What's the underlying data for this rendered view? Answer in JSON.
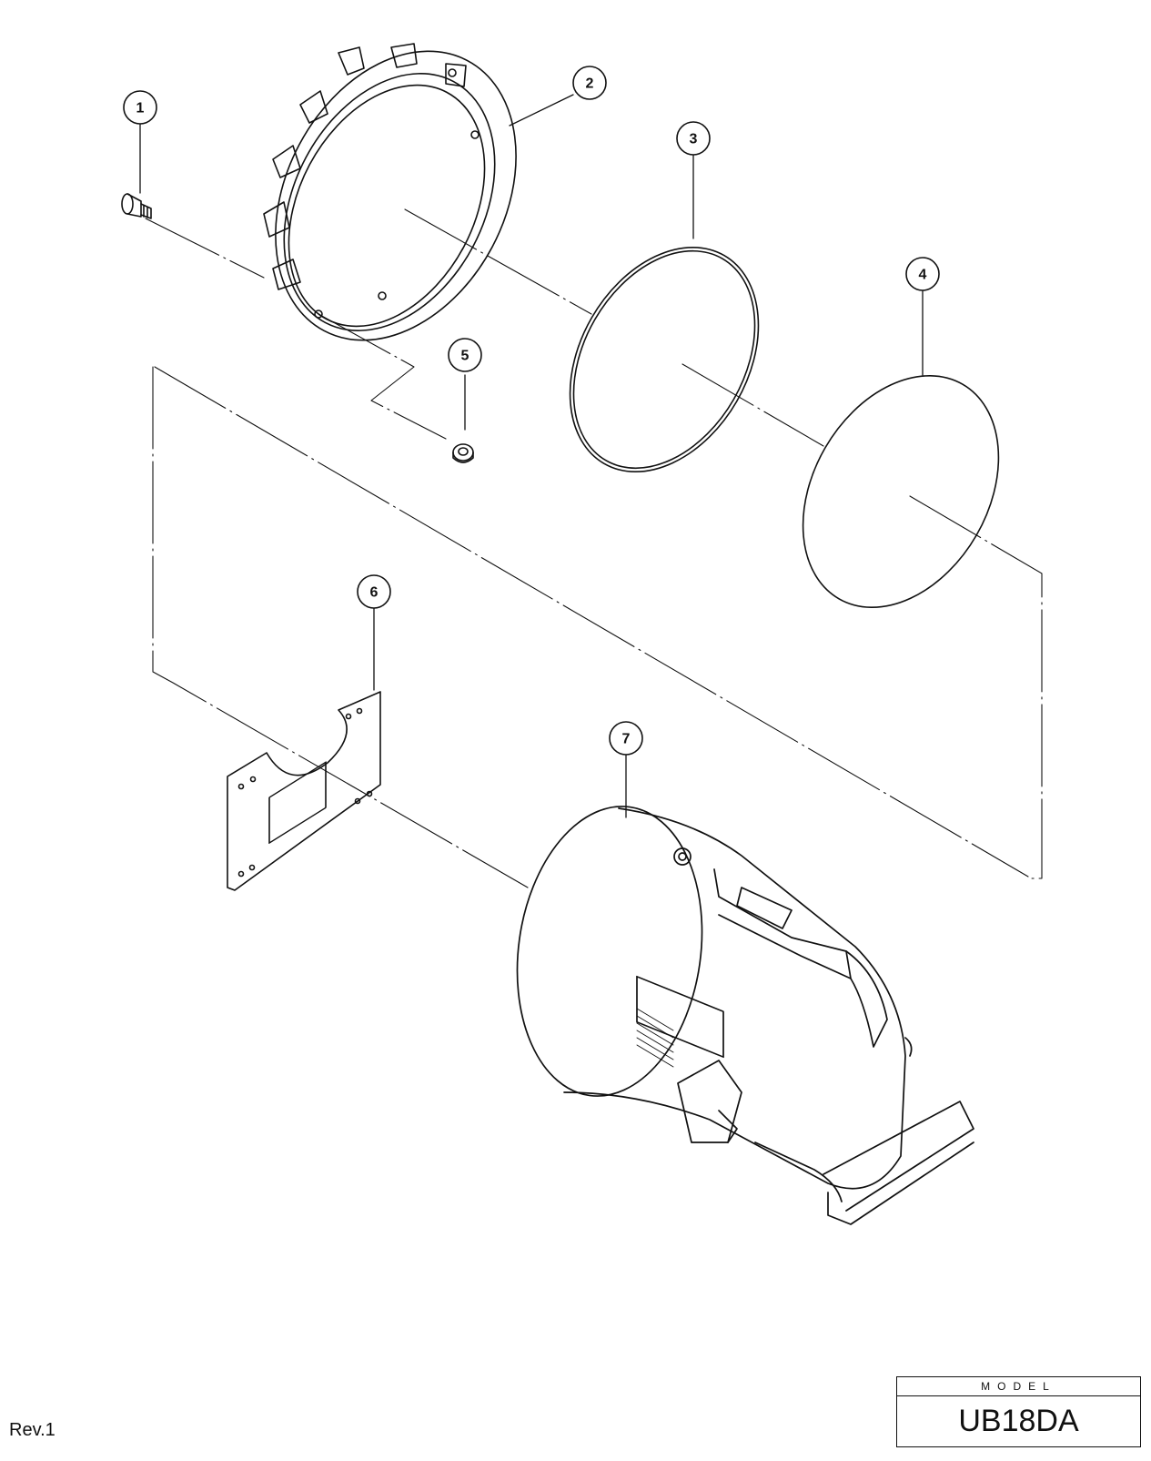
{
  "callouts": [
    {
      "id": "1",
      "label": "1"
    },
    {
      "id": "2",
      "label": "2"
    },
    {
      "id": "3",
      "label": "3"
    },
    {
      "id": "4",
      "label": "4"
    },
    {
      "id": "5",
      "label": "5"
    },
    {
      "id": "6",
      "label": "6"
    },
    {
      "id": "7",
      "label": "7"
    }
  ],
  "footer": {
    "revision": "Rev.1",
    "model_label": "MODEL",
    "model_value": "UB18DA"
  }
}
